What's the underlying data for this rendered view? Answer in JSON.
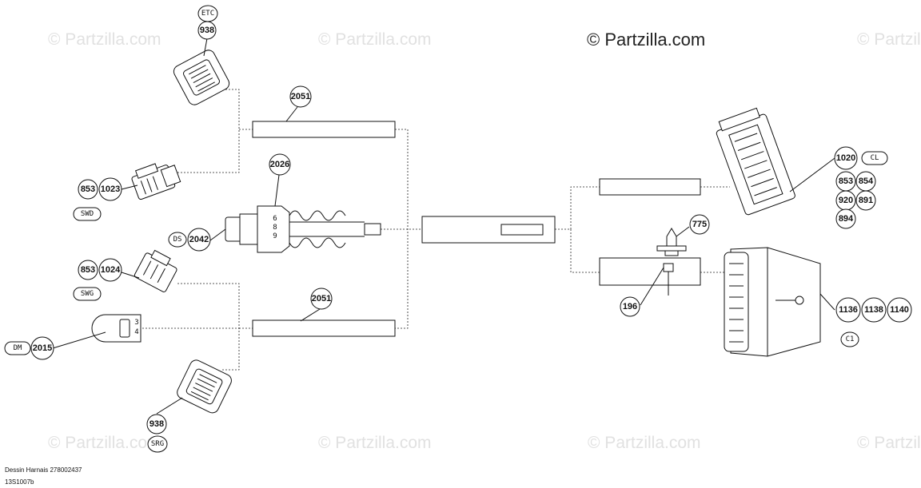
{
  "brand": {
    "copyright": "© Partzilla.com"
  },
  "watermark": {
    "text": "© Partzilla.com"
  },
  "callouts": {
    "etc_top": "ETC",
    "c938_top": "938",
    "c2051_top": "2051",
    "c2026": "2026",
    "c853_a": "853",
    "c1023": "1023",
    "swd": "SWD",
    "ds": "DS",
    "c2042": "2042",
    "c853_b": "853",
    "c1024": "1024",
    "swg": "SWG",
    "c2051_bottom": "2051",
    "dm": "DM",
    "c2015": "2015",
    "c938_bottom": "938",
    "srg": "SRG",
    "c775": "775",
    "c196": "196",
    "c1020": "1020",
    "cl": "CL",
    "c853_c": "853",
    "c854": "854",
    "c920": "920",
    "c891": "891",
    "c894": "894",
    "c1136": "1136",
    "c1138": "1138",
    "c1140": "1140",
    "c1": "C1"
  },
  "sensor_marks": {
    "line1": "6",
    "line2": "8",
    "line3": "9"
  },
  "plug_marks": {
    "pin3": "3",
    "pin4": "4"
  },
  "footer": {
    "line1": "Dessin Harnais 278002437",
    "line2": "13S1007b"
  }
}
